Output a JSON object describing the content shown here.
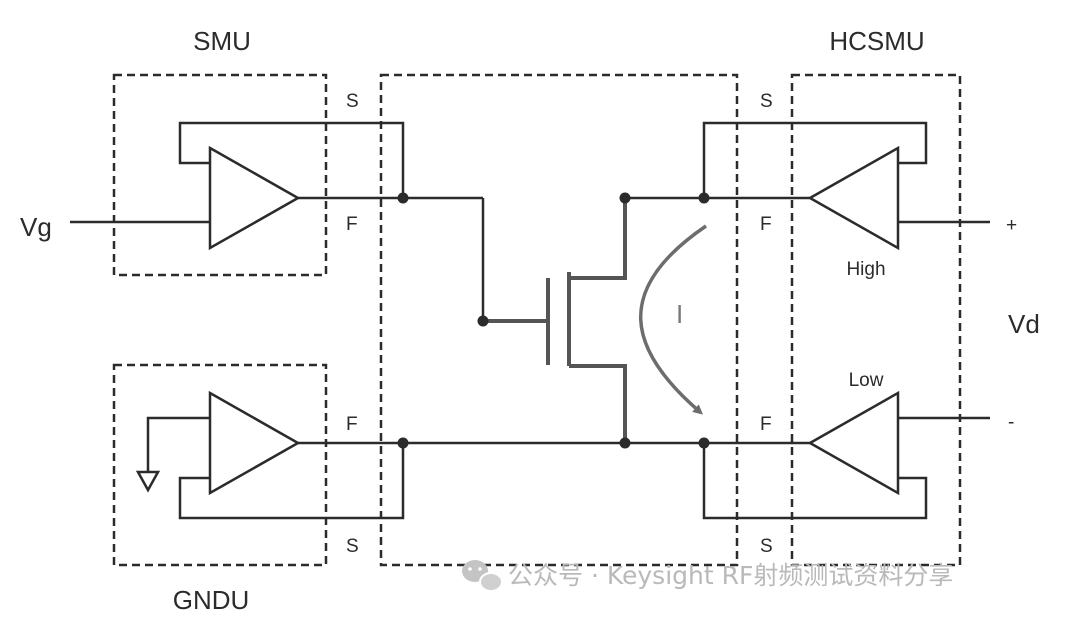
{
  "labels": {
    "smu": "SMU",
    "hcsmu": "HCSMU",
    "gndu": "GNDU",
    "vg": "Vg",
    "vd": "Vd",
    "plus": "+",
    "minus": "-",
    "high": "High",
    "low": "Low",
    "current": "I",
    "s_smu": "S",
    "f_smu": "F",
    "f_gndu": "F",
    "s_gndu": "S",
    "s_hc_top": "S",
    "f_hc_top": "F",
    "f_hc_bottom": "F",
    "s_hc_bottom": "S"
  },
  "watermark": {
    "text": "公众号 · Keysight RF射频测试资料分享",
    "icon": "wechat-icon"
  },
  "colors": {
    "line": "#2b2b2b",
    "arrow": "#6d6d6d",
    "watermark": "#b9b9b9"
  }
}
